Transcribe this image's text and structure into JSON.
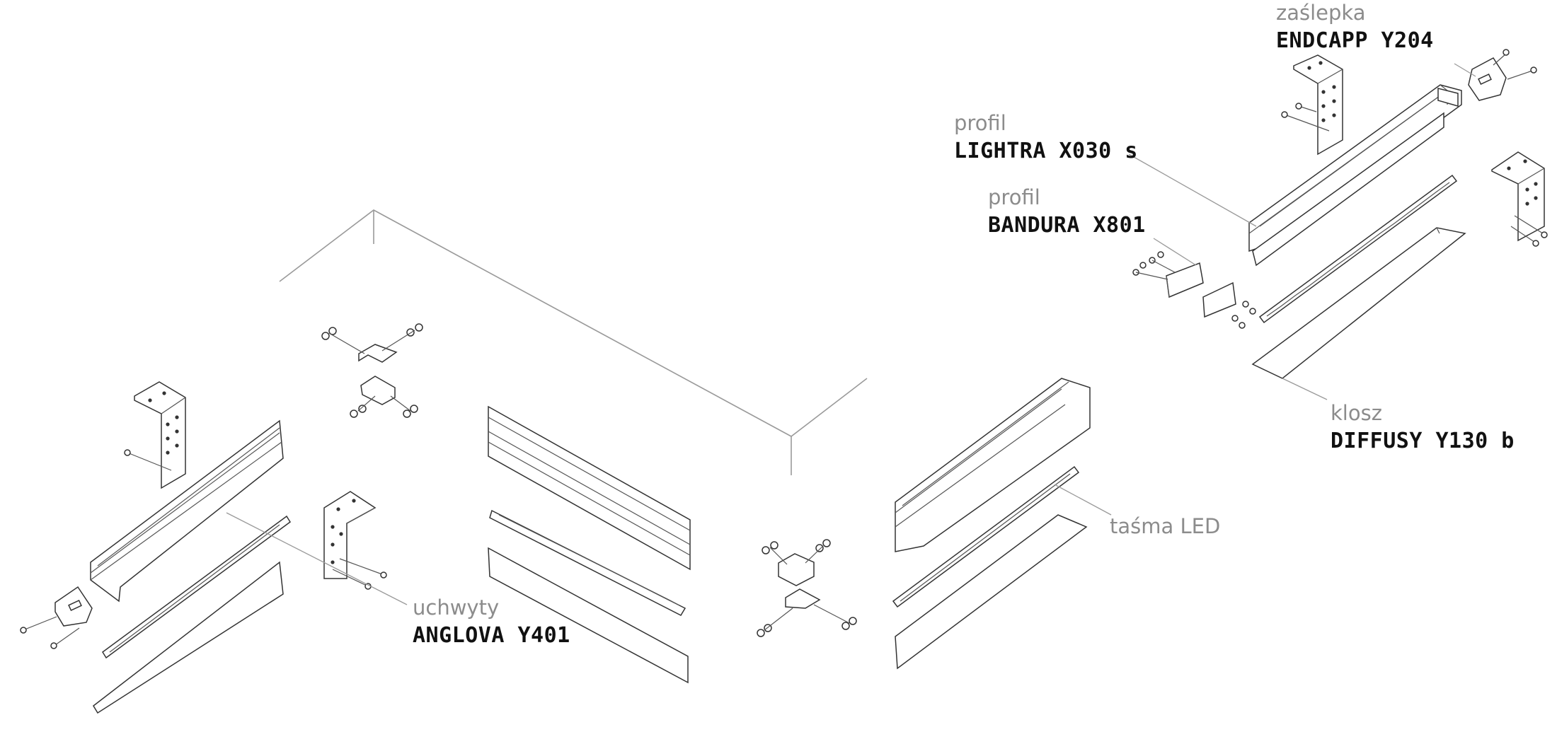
{
  "labels": {
    "endcap": {
      "category": "zaślepka",
      "code": "ENDCAPP Y204"
    },
    "lightra": {
      "category": "profil",
      "code": "LIGHTRA X030 s"
    },
    "bandura": {
      "category": "profil",
      "code": "BANDURA X801"
    },
    "diffusy": {
      "category": "klosz",
      "code": "DIFFUSY Y130 b"
    },
    "led": {
      "category": "taśma LED"
    },
    "anglova": {
      "category": "uchwyty",
      "code": "ANGLOVA Y401"
    }
  },
  "colors": {
    "line": "#3a3a3a",
    "leader": "#9a9a9a",
    "category_text": "#8c8c8c",
    "code_text": "#111111"
  }
}
